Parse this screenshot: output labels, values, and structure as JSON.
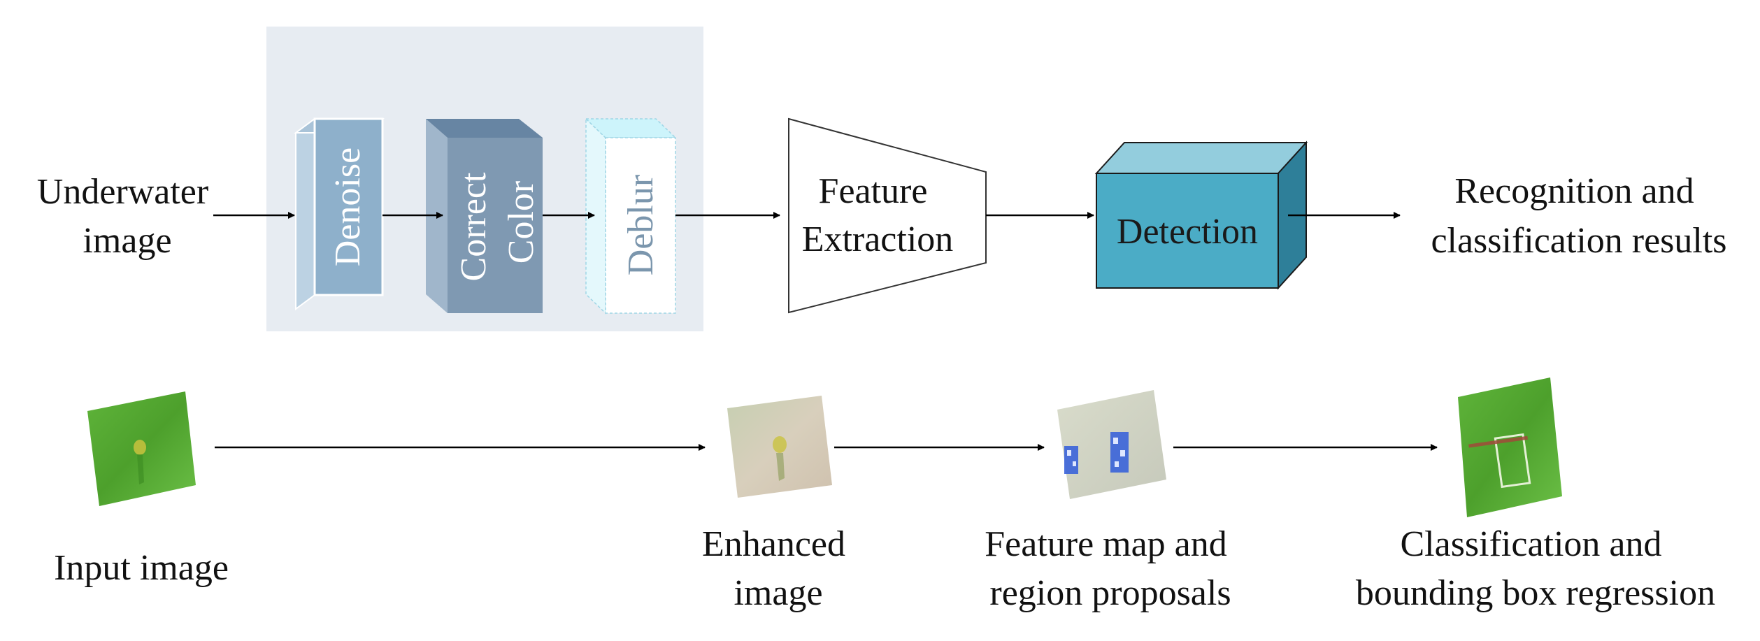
{
  "pipeline": {
    "input_label": [
      "Underwater",
      "image"
    ],
    "enhancement_steps": [
      {
        "name": "denoise",
        "lines": [
          "Denoise"
        ]
      },
      {
        "name": "correct-color",
        "lines": [
          "Correct",
          "Color"
        ]
      },
      {
        "name": "deblur",
        "lines": [
          "Deblur"
        ]
      }
    ],
    "feature_extraction": [
      "Feature",
      "Extraction"
    ],
    "detection": "Detection",
    "output_label": [
      "Recognition and",
      "classification results"
    ]
  },
  "examples": {
    "input": [
      "Input image"
    ],
    "enhanced": [
      "Enhanced",
      "image"
    ],
    "feature_map": [
      "Feature map and",
      "region proposals"
    ],
    "result": [
      "Classification and",
      "bounding box regression"
    ]
  },
  "colors": {
    "enhance_panel": "#e7ecf2",
    "denoise_front": "#8eb0cb",
    "denoise_side": "#bcd2e3",
    "denoise_top": "#a9c3d8",
    "correct_front": "#7f99b2",
    "correct_side": "#a0b6cb",
    "correct_top": "#6785a3",
    "deblur_front": "#ffffff",
    "deblur_side": "#e4f8fc",
    "deblur_top": "#cdf4fb",
    "detection_front": "#4bacc6",
    "detection_side": "#2e7f99",
    "detection_top": "#93cddd",
    "text": "#111111",
    "deblur_text": "#7b96ad"
  }
}
